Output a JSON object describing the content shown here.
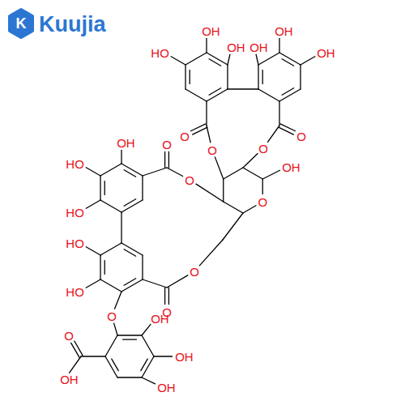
{
  "diagram": {
    "labels": [
      "K",
      "Kuujia",
      "OH",
      "HO",
      "OH",
      "OH",
      "OH",
      "OH",
      "O",
      "O",
      "O",
      "O",
      "OH",
      "O",
      "OH",
      "HO",
      "HO",
      "O",
      "O",
      "HO",
      "HO",
      "O",
      "O",
      "O",
      "OH",
      "OH",
      "OH",
      "O",
      "OH"
    ]
  }
}
